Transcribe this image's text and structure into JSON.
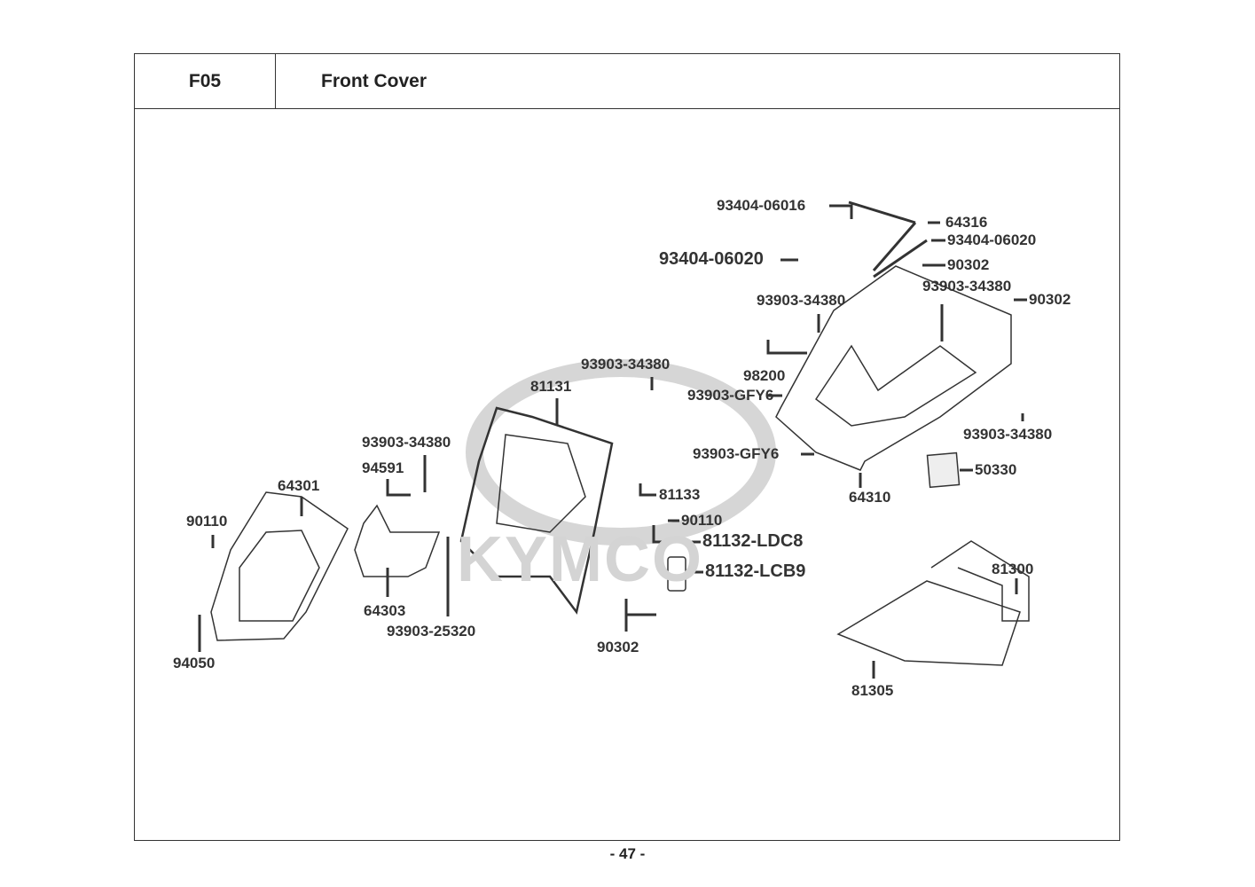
{
  "header": {
    "code": "F05",
    "title": "Front Cover"
  },
  "watermark": "KYMCO",
  "labels": [
    {
      "text": "64316"
    },
    {
      "text": "93404-06016"
    },
    {
      "text": "93404-06020"
    },
    {
      "text": "93404-06020"
    },
    {
      "text": "90302"
    },
    {
      "text": "93903-34380"
    },
    {
      "text": "90302"
    },
    {
      "text": "93903-34380"
    },
    {
      "text": "93903-34380"
    },
    {
      "text": "81131"
    },
    {
      "text": "98200"
    },
    {
      "text": "93903-GFY6"
    },
    {
      "text": "93903-34380"
    },
    {
      "text": "93903-34380"
    },
    {
      "text": "93903-GFY6"
    },
    {
      "text": "50330"
    },
    {
      "text": "94591"
    },
    {
      "text": "64301"
    },
    {
      "text": "81133"
    },
    {
      "text": "64310"
    },
    {
      "text": "90110"
    },
    {
      "text": "90110"
    },
    {
      "text": "81132-LDC8"
    },
    {
      "text": "81132-LCB9"
    },
    {
      "text": "81300"
    },
    {
      "text": "64303"
    },
    {
      "text": "93903-25320"
    },
    {
      "text": "90302"
    },
    {
      "text": "94050"
    },
    {
      "text": "81305"
    }
  ],
  "footer": {
    "page": "- 47 -"
  }
}
